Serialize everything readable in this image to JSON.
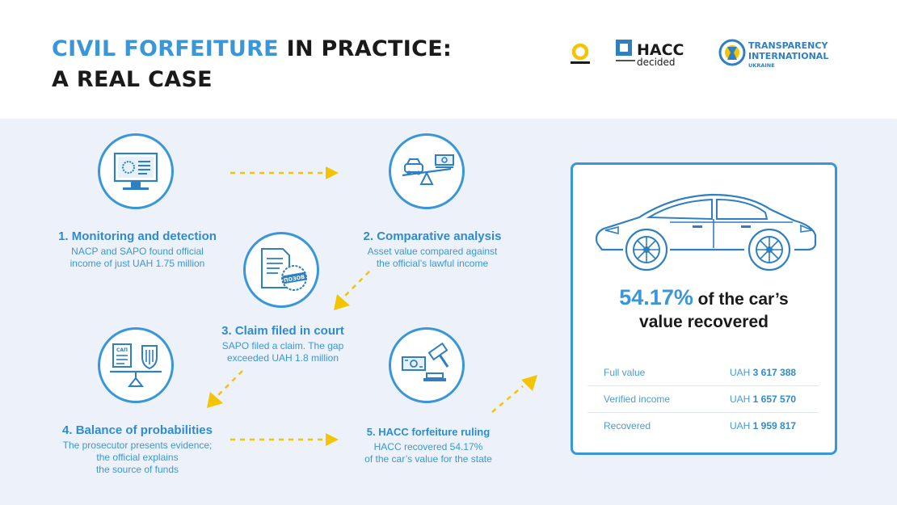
{
  "title": {
    "part1": "CIVIL FORFEITURE",
    "part2": " IN PRACTICE:",
    "line2": "A REAL CASE"
  },
  "logos": {
    "hacc_line1": "HACC",
    "hacc_line2": "decided",
    "ti_line1": "TRANSPARENCY",
    "ti_line2": "INTERNATIONAL",
    "ti_line3": "UKRAINE"
  },
  "steps": [
    {
      "title": "1. Monitoring and detection",
      "desc": [
        "NACP and SAPO found official",
        "income of just UAH 1.75 million"
      ],
      "icon": "computer-monitor-icon"
    },
    {
      "title": "2. Comparative analysis",
      "desc": [
        "Asset value compared against",
        "the official’s lawful income"
      ],
      "icon": "balance-scale-car-money-icon"
    },
    {
      "title": "3. Claim filed in court",
      "desc": [
        "SAPO filed a claim. The gap",
        "exceeded UAH 1.8 million"
      ],
      "icon": "document-stamp-icon"
    },
    {
      "title": "4. Balance of probabilities",
      "desc": [
        "The prosecutor presents evidence;",
        "the official explains",
        "the source of funds"
      ],
      "icon": "scale-document-shield-icon"
    },
    {
      "title": "5. HACC forfeiture ruling",
      "desc": [
        "HACC recovered 54.17%",
        "of the car’s value for the state"
      ],
      "icon": "gavel-money-icon"
    }
  ],
  "icon_text": {
    "stamp": "ПОЗОВ",
    "doc_label": "САП"
  },
  "result": {
    "percent": "54.17%",
    "text1": " of the car’s",
    "text2": "value recovered",
    "rows": [
      {
        "label": "Full value",
        "currency": "UAH ",
        "amount": "3 617 388"
      },
      {
        "label": "Verified income",
        "currency": "UAH ",
        "amount": "1 657 570"
      },
      {
        "label": "Recovered",
        "currency": "UAH ",
        "amount": "1 959 817"
      }
    ]
  },
  "colors": {
    "accent": "#3a96d7",
    "arrow": "#f5c400",
    "panel": "#edf2fa",
    "dark": "#1a1a1a"
  }
}
